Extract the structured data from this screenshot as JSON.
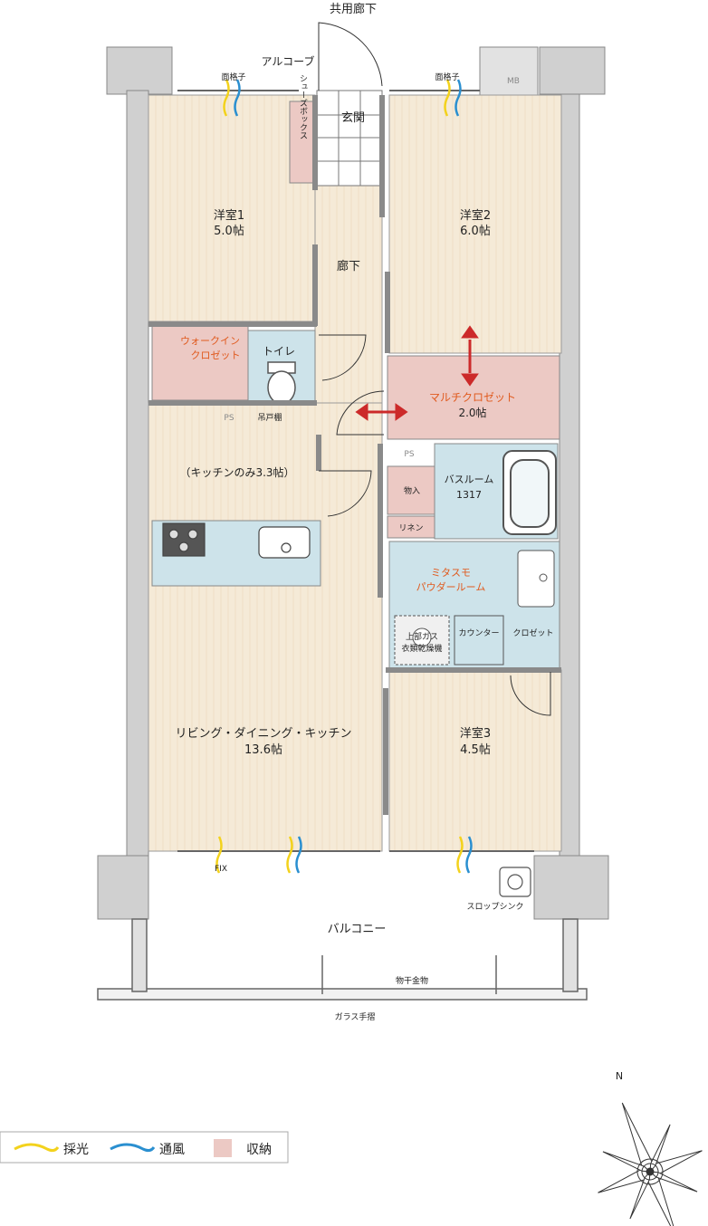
{
  "labels": {
    "corridor_top": "共用廊下",
    "alcove": "アルコーブ",
    "lattice_left": "面格子",
    "lattice_right": "面格子",
    "mb": "MB",
    "entrance": "玄関",
    "shoebox": "シューズボックス",
    "hallway": "廊下",
    "room1_name": "洋室1",
    "room1_size": "5.0帖",
    "room2_name": "洋室2",
    "room2_size": "6.0帖",
    "walkin_line1": "ウォークイン",
    "walkin_line2": "クロゼット",
    "toilet": "トイレ",
    "hanging_shelf": "吊戸棚",
    "ps1": "PS",
    "ps2": "PS",
    "multi_closet": "マルチクロゼット",
    "multi_closet_size": "2.0帖",
    "kitchen_only": "（キッチンのみ3.3帖）",
    "storage": "物入",
    "linen": "リネン",
    "bathroom_line1": "バスルーム",
    "bathroom_line2": "1317",
    "powder_line1": "ミタスモ",
    "powder_line2": "パウダールーム",
    "gas_dryer_line1": "上部ガス",
    "gas_dryer_line2": "衣類乾燥機",
    "counter": "カウンター",
    "closet": "クロゼット",
    "ldk_name": "リビング・ダイニング・キッチン",
    "ldk_size": "13.6帖",
    "room3_name": "洋室3",
    "room3_size": "4.5帖",
    "fix": "FIX",
    "slop_sink": "スロップシンク",
    "balcony": "バルコニー",
    "laundry_hardware": "物干金物",
    "glass_railing": "ガラス手摺",
    "compass_n": "N"
  },
  "legend": {
    "daylight": "採光",
    "ventilation": "通風",
    "storage": "収納"
  },
  "colors": {
    "floor": "#f4e9d6",
    "storage": "#ecc9c4",
    "water": "#cde3ea",
    "wall": "#c9c9c9",
    "accent_text": "#e05a1e",
    "arrow": "#cc2a2a",
    "daylight": "#f3d21c",
    "ventilation": "#2a8fd0"
  }
}
